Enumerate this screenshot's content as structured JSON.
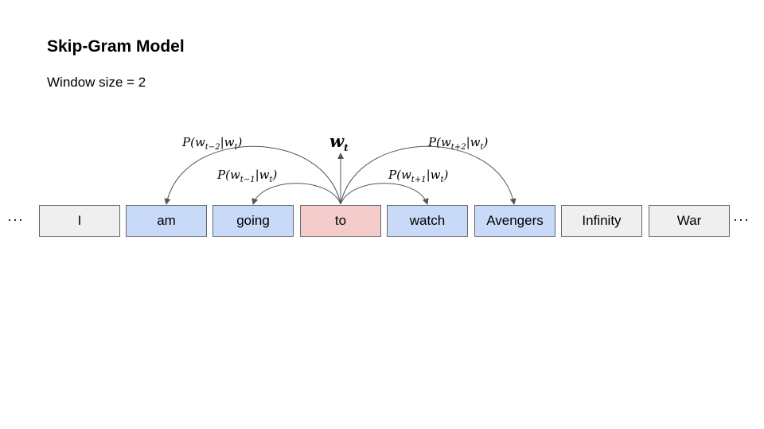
{
  "slide": {
    "title": "Skip-Gram Model",
    "subtitle": "Window size = 2"
  },
  "sequence": {
    "ellipsis_left": "···",
    "ellipsis_right": "···",
    "tokens": [
      {
        "text": "I",
        "role": "outside"
      },
      {
        "text": "am",
        "role": "context"
      },
      {
        "text": "going",
        "role": "context"
      },
      {
        "text": "to",
        "role": "center"
      },
      {
        "text": "watch",
        "role": "context"
      },
      {
        "text": "Avengers",
        "role": "context"
      },
      {
        "text": "Infinity",
        "role": "outside"
      },
      {
        "text": "War",
        "role": "outside"
      }
    ]
  },
  "center_word": {
    "base": "w",
    "subscript": "t"
  },
  "probabilities": [
    {
      "prefix": "P(w",
      "sub": "t−2",
      "suffix": "|w",
      "sub2": "t",
      "close": ")",
      "target_token": 1
    },
    {
      "prefix": "P(w",
      "sub": "t−1",
      "suffix": "|w",
      "sub2": "t",
      "close": ")",
      "target_token": 2
    },
    {
      "prefix": "P(w",
      "sub": "t+1",
      "suffix": "|w",
      "sub2": "t",
      "close": ")",
      "target_token": 4
    },
    {
      "prefix": "P(w",
      "sub": "t+2",
      "suffix": "|w",
      "sub2": "t",
      "close": ")",
      "target_token": 5
    }
  ],
  "colors": {
    "outside": "#efefef",
    "context": "#c9daf8",
    "center": "#f4cccc",
    "border": "#666666",
    "arrow": "#555555"
  }
}
